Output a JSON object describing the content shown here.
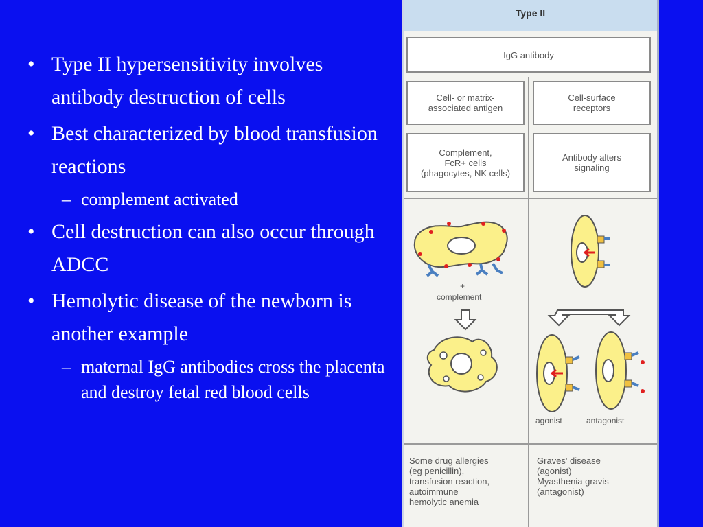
{
  "bullets": [
    {
      "level": 1,
      "text": "Type II hypersensitivity involves antibody destruction of cells"
    },
    {
      "level": 1,
      "text": "Best characterized by blood transfusion reactions"
    },
    {
      "level": 2,
      "text": "complement activated"
    },
    {
      "level": 1,
      "text": "Cell destruction can also occur through ADCC"
    },
    {
      "level": 1,
      "text": "Hemolytic disease of the newborn is another example"
    },
    {
      "level": 2,
      "text": "maternal IgG antibodies cross the placenta and destroy fetal red blood cells"
    }
  ],
  "diagram": {
    "header": "Type II",
    "igg": "IgG  antibody",
    "antigen_left": "Cell- or matrix-\nassociated  antigen",
    "antigen_right": "Cell-surface\nreceptors",
    "effector_left": "Complement,\nFcR+ cells\n(phagocytes, NK cells)",
    "effector_right": "Antibody  alters\nsignaling",
    "plus": "+",
    "complement": "complement",
    "agonist": "agonist",
    "antagonist": "antagonist",
    "examples_left": "Some drug allergies\n  (eg penicillin),\ntransfusion  reaction,\nautoimmune\n  hemolytic anemia",
    "examples_right": "Graves'  disease\n  (agonist)\nMyasthenia  gravis\n  (antagonist)"
  },
  "colors": {
    "background": "#0a10f0",
    "text": "#ffffff",
    "cell_fill": "#fbf08a",
    "antibody": "#4a7fc0",
    "dot": "#e02020"
  }
}
